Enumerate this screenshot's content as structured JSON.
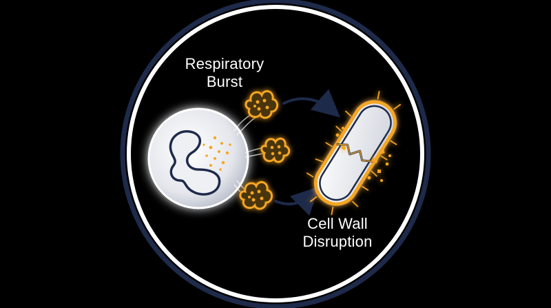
{
  "labels": {
    "respiratory_burst": [
      "Respiratory",
      "Burst"
    ],
    "cell_wall_disruption": [
      "Cell Wall",
      "Disruption"
    ]
  },
  "colors": {
    "background": "#000000",
    "outer_ring": "#1e2a4a",
    "inner_ring": "#ffffff",
    "glow": "#f5a623",
    "cell_fill": "#e6e8ee",
    "nucleus": "#1e2a4a",
    "arrow": "#1e2a4a"
  },
  "icons": {
    "phagocyte": "phagocyte-cell-icon",
    "ros_clusters": "ros-cluster-icon",
    "bacterium": "bacterium-icon",
    "arrows": "arrow-icon"
  }
}
